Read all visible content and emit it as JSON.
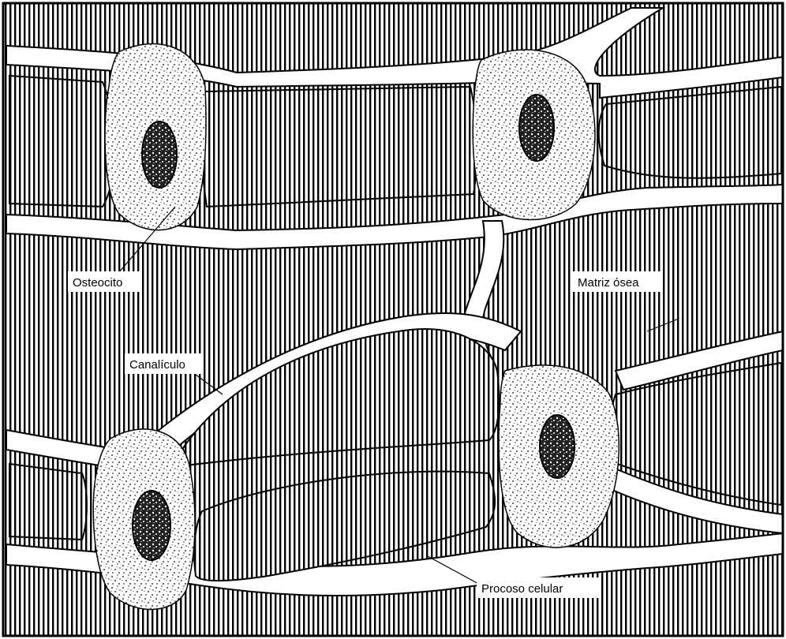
{
  "labels": {
    "osteocyte": "Osteocito",
    "bone_matrix": "Matriz ósea",
    "canaliculus": "Canalículo",
    "cell_process": "Procoso celular"
  },
  "colors": {
    "ink": "#000000",
    "paper": "#ffffff",
    "cytoplasm_stipple": "#000000"
  }
}
